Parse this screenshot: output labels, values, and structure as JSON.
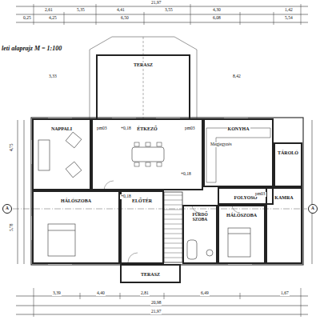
{
  "diagram": {
    "title": "leti alaprajz  M = 1:100",
    "nodes": [
      {
        "text": [
          "TERASZ"
        ]
      },
      {
        "text": [
          "NAPPALI"
        ]
      },
      {
        "text": [
          "ÉTKEZŐ"
        ]
      },
      {
        "text": [
          "KONYHA"
        ]
      },
      {
        "text": [
          "TÁROLÓ"
        ]
      },
      {
        "text": [
          "HÁLÓSZOBA"
        ]
      },
      {
        "text": [
          "ELŐTÉR"
        ]
      },
      {
        "text": [
          "FÜRDŐ SZOBA"
        ]
      },
      {
        "text": [
          "FOLYOSÓ"
        ]
      },
      {
        "text": [
          "HÁLÓSZOBA"
        ]
      },
      {
        "text": [
          "KAMRA"
        ]
      },
      {
        "text": [
          "TERASZ"
        ]
      },
      {
        "text": [
          "A"
        ]
      },
      {
        "text": [
          "A"
        ]
      }
    ],
    "labels": [
      "21,97",
      "2,61",
      "5,35",
      "4,41",
      "3,55",
      "4,30",
      "1,42",
      "0,25",
      "4,25",
      "6,50",
      "6,08",
      "5,54",
      "3,33",
      "8,42",
      "3,39",
      "4,40",
      "2,81",
      "6,49",
      "1,67",
      "20,98",
      "21,97",
      "4,75",
      "5,78",
      "+0,18",
      "+0,18",
      "+0,18",
      "pm03",
      "pm03",
      "pm03",
      "Megjegyzés"
    ]
  }
}
